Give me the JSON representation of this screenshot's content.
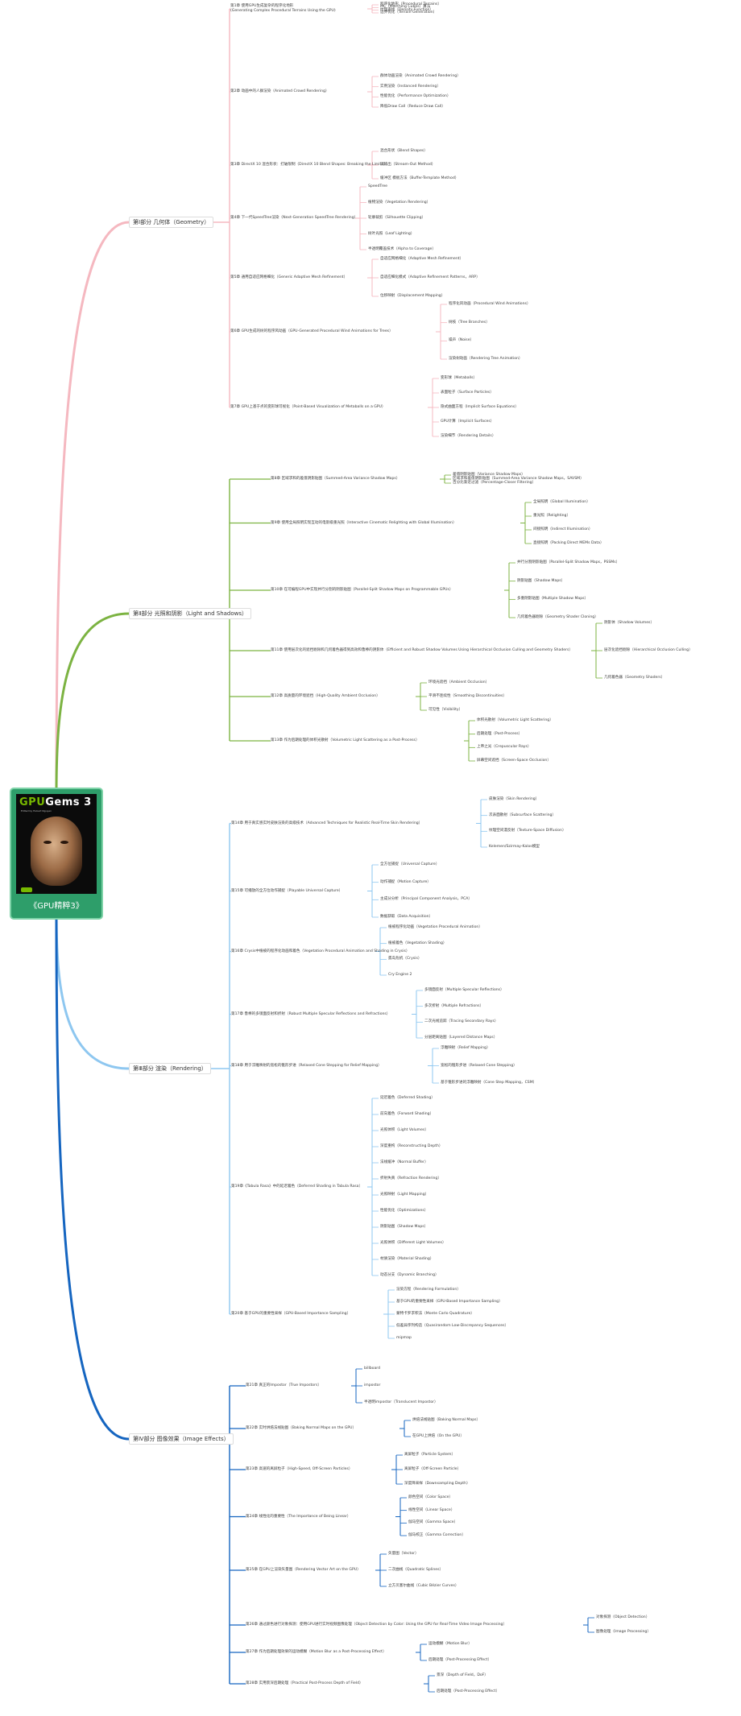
{
  "root": {
    "cover_brand_a": "GPU",
    "cover_brand_b": "Gems 3",
    "cover_subtitle": "Edited by Hubert Nguyen",
    "title": "《GPU精粹3》"
  },
  "colors": {
    "geometry": "#f5b8c0",
    "light": "#7cb342",
    "rendering": "#8ec7f0",
    "image": "#1565c0"
  },
  "categories": [
    {
      "label": "第Ⅰ部分 几何体（Geometry）",
      "chapters": [
        {
          "label": "第1章 使用GPU生成复杂的程序化地形\n(Generating Complex Procedural Terrains Using the GPU)",
          "leaves": [
            "程序化地形（Procedural Terrains）",
            "MC（Marching Cubes）算法",
            "纹理查找（Density Function）",
            "边界优化（Terrain Generation）"
          ]
        },
        {
          "label": "第2章 动画中的人群渲染（Animated Crowd Rendering）",
          "leaves": [
            "群体动画渲染（Animated Crowd Rendering）",
            "实例渲染（Instanced Rendering）",
            "性能优化（Performance Optimization）",
            "降低Draw Call（Reduce Draw Call）"
          ]
        },
        {
          "label": "第3章 DirectX 10 混合形状：打破限制（DirectX 10 Blend Shapes: Breaking the Limits）",
          "leaves": [
            "混合形状（Blend Shapes）",
            "流输出（Stream-Out Method）",
            "缓冲区 模板方法（Buffer-Template Method）"
          ]
        },
        {
          "label": "第4章 下一代SpeedTree渲染（Next-Generation SpeedTree Rendering）",
          "leaves": [
            "SpeedTree",
            "植物渲染（Vegetation Rendering）",
            "轮廓裁剪（Silhouette Clipping）",
            "树叶光照（Leaf Lighting）",
            "半透明覆盖技术（Alpha to Coverage）"
          ]
        },
        {
          "label": "第5章 通用自适应网格细化（Generic Adaptive Mesh Refinement）",
          "leaves": [
            "自适应网格细化（Adaptive Mesh Refinement）",
            "自适应细化模式（Adaptive Refinement Patterns，ARP）",
            "位移映射（Displacement Mapping）"
          ]
        },
        {
          "label": "第6章 GPU生成的树的程序风动画（GPU-Generated Procedural Wind Animations for Trees）",
          "leaves": [
            "程序化风动画（Procedural Wind Animations）",
            "树枝（Tree Branches）",
            "噪声（Noise）",
            "渲染树动画（Rendering Tree Animation）"
          ]
        },
        {
          "label": "第7章 GPU上基于点的变形球可视化（Point-Based Visualization of Metaballs on a GPU）",
          "leaves": [
            "变形球（Metaballs）",
            "表面粒子（Surface Particles）",
            "隐式曲面方程（Implicit Surface Equations）",
            "GPU计算（Implicit Surfaces）",
            "渲染细节（Rendering Details）"
          ]
        }
      ]
    },
    {
      "label": "第Ⅱ部分 光照和阴影（Light and Shadows）",
      "chapters": [
        {
          "label": "第8章 区域求和的差值阴影贴图（Summed-Area Variance Shadow Maps）",
          "leaves": [
            "差值阴影贴图（Variance Shadow Maps）",
            "区域求和差值阴影贴图（Summed-Area Variance Shadow Maps，SAVSM）",
            "百分比渐近过滤（Percentage-Closer Filtering）"
          ]
        },
        {
          "label": "第9章 使用全局照明实现互动的电影级重光照（Interactive Cinematic Relighting with Global Illumination）",
          "leaves": [
            "全局照明（Global Illumination）",
            "重光照（Relighting）",
            "间接照明（Indirect Illumination）",
            "直接照明（Packing Direct MEMs Data）"
          ]
        },
        {
          "label": "第10章 在可编程GPU中实现并行分割的阴影贴图（Parallel-Split Shadow Maps on Programmable GPUs）",
          "leaves": [
            "并行分割阴影贴图（Parallel-Split Shadow Maps，PSSMs）",
            "阴影贴图（Shadow Maps）",
            "多重阴影贴图（Multiple Shadow Maps）",
            "几何着色器剔除（Geometry Shader Cloning）"
          ]
        },
        {
          "label": "第11章 使用层次化的遮挡剔除和几何着色器得到高效和鲁棒的阴影体（Efficient and Robust Shadow Volumes Using Hierarchical Occlusion Culling and Geometry Shaders）",
          "leaves": [
            "阴影体（Shadow Volumes）",
            "层次化遮挡剔除（Hierarchical Occlusion Culling）",
            "几何着色器（Geometry Shaders）"
          ]
        },
        {
          "label": "第12章 高质量的环境遮挡（High-Quality Ambient Occlusion）",
          "leaves": [
            "环境光遮挡（Ambient Occlusion）",
            "平滑不连续性（Smoothing Discontinuities）",
            "可见性（Visibility）"
          ]
        },
        {
          "label": "第13章 作为后期处理的体积光散射（Volumetric Light Scattering as a Post-Process）",
          "leaves": [
            "体积光散射（Volumetric Light Scattering）",
            "后期处理（Post-Process）",
            "上帝之光（Crepuscular Rays）",
            "屏幕空间遮挡（Screen-Space Occlusion）"
          ]
        }
      ]
    },
    {
      "label": "第Ⅲ部分 渲染（Rendering）",
      "chapters": [
        {
          "label": "第14章 用于真实感实时皮肤渲染的高级技术（Advanced Techniques for Realistic Real-Time Skin Rendering）",
          "leaves": [
            "皮肤渲染（Skin Rendering）",
            "次表面散射（Subsurface Scattering）",
            "纹理空间漫反射（Texture-Space Diffusion）",
            "Kelemen/Szirmay-Kalos模型"
          ]
        },
        {
          "label": "第15章 可播放的全方位动作捕捉（Playable Universal Capture）",
          "leaves": [
            "全方位捕捉（Universal Capture）",
            "动作捕捉（Motion Capture）",
            "主成分分析（Principal Component Analysis，PCA）",
            "数据获取（Data Acquisition）"
          ]
        },
        {
          "label": "第16章 Crysis中植被的程序化动画和着色（Vegetation Procedural Animation and Shading in Crysis）",
          "leaves": [
            "植被程序化动画（Vegetation Procedural Animation）",
            "植被着色（Vegetation Shading）",
            "孤岛危机（Crysis）",
            "Cry Engine 2"
          ]
        },
        {
          "label": "第17章 鲁棒的多镜面反射和折射（Robust Multiple Specular Reflections and Refractions）",
          "leaves": [
            "多镜面反射（Multiple Specular Reflections）",
            "多次折射（Multiple Refractions）",
            "二次光线追踪（Tracing Secondary Rays）",
            "分层距离贴图（Layered Distance Maps）"
          ]
        },
        {
          "label": "第18章 用于浮雕映射的宽松的锥形步进（Relaxed Cone Stepping for Relief Mapping）",
          "leaves": [
            "浮雕映射（Relief Mapping）",
            "宽松的锥形步进（Relaxed Cone Stepping）",
            "基于锥形步进的浮雕映射（Cone Step Mapping，CSM）"
          ]
        },
        {
          "label": "第19章《Tabula Rasa》中的延迟着色（Deferred Shading in Tabula Rasa）",
          "leaves": [
            "延迟着色（Deferred Shading）",
            "前向着色（Forward Shading）",
            "光照体积（Light Volumes）",
            "深度重构（Reconstructing Depth）",
            "法线缓冲（Normal Buffer）",
            "折射失真（Refraction Rendering）",
            "光照映射（Light Mapping）",
            "性能优化（Optimizations）",
            "阴影贴图（Shadow Maps）",
            "光照体积（Different Light Volumes）",
            "材质渲染（Material Shading）",
            "动态分支（Dynamic Branching）"
          ]
        },
        {
          "label": "第20章 基于GPU的重要性采样（GPU-Based Importance Sampling）",
          "leaves": [
            "渲染方程（Rendering Formulation）",
            "基于GPU的重要性采样（GPU-Based Importance Sampling）",
            "蒙特卡罗求积法（Monte Carlo Quadrature）",
            "低差异序列构造（Quasirandom Low-Discrepancy Sequences）",
            "mipmap"
          ]
        }
      ]
    },
    {
      "label": "第Ⅳ部分 图像效果（Image Effects）",
      "chapters": [
        {
          "label": "第21章 真正的Impostor（True Impostors）",
          "leaves": [
            "billboard",
            "impostor",
            "半透明impostor（Translucent Impostor）"
          ]
        },
        {
          "label": "第22章 实时烘焙法线贴图（Baking Normal Maps on the GPU）",
          "leaves": [
            "烘焙法线贴图（Baking Normal Maps）",
            "在GPU上烘焙（On the GPU）"
          ]
        },
        {
          "label": "第23章 高速的离屏粒子（High-Speed, Off-Screen Particles）",
          "leaves": [
            "离屏粒子（Particle System）",
            "离屏粒子（Off-Screen Particle）",
            "深度降采样（Downsampling Depth）"
          ]
        },
        {
          "label": "第24章 线性化的重要性（The Importance of Being Linear）",
          "leaves": [
            "颜色空间（Color Space）",
            "线性空间（Linear Space）",
            "伽马空间（Gamma Space）",
            "伽马校正（Gamma Correction）"
          ]
        },
        {
          "label": "第25章 在GPU上渲染矢量图（Rendering Vector Art on the GPU）",
          "leaves": [
            "矢量图（Vector）",
            "二次曲线（Quadratic Splines）",
            "立方贝塞尔曲线（Cubic Bézier Curves）"
          ]
        },
        {
          "label": "第26章 通过颜色进行对象探测：使用GPU进行实时视频图像处理（Object Detection by Color: Using the GPU for Real-Time Video Image Processing）",
          "leaves": [
            "对象探测（Object Detection）",
            "图像处理（Image Processing）"
          ]
        },
        {
          "label": "第27章 作为后期处理效果的运动模糊（Motion Blur as a Post-Processing Effect）",
          "leaves": [
            "运动模糊（Motion Blur）",
            "后期处理（Post-Processing Effect）"
          ]
        },
        {
          "label": "第28章 实用景深后期处理（Practical Post-Process Depth of Field）",
          "leaves": [
            "景深（Depth of Field，DoF）",
            "后期处理（Post-Processing Effect）"
          ]
        }
      ]
    }
  ]
}
